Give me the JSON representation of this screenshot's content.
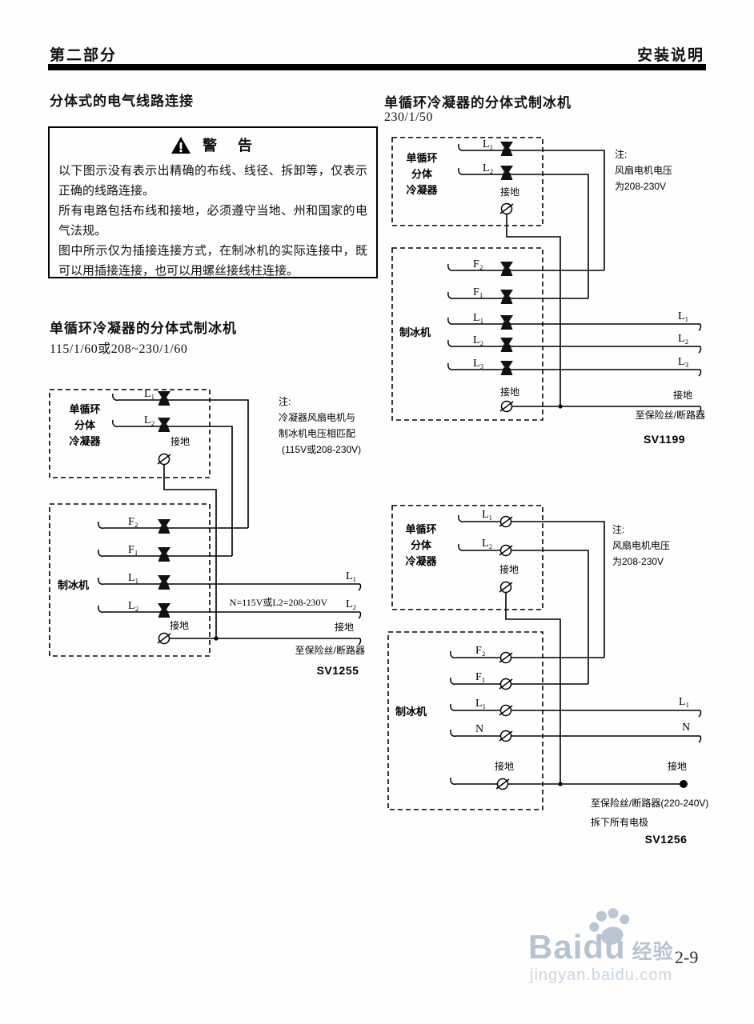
{
  "header": {
    "left": "第二部分",
    "right": "安装说明"
  },
  "page_number": "2-9",
  "left_column": {
    "title": "分体式的电气线路连接",
    "warning": {
      "title": "警　告",
      "paragraphs": [
        "以下图示没有表示出精确的布线、线径、拆卸等，仅表示正确的线路连接。",
        "所有电路包括布线和接地，必须遵守当地、州和国家的电气法规。",
        "图中所示仅为插接连接方式，在制冰机的实际连接中，既可以用插接连接，也可以用螺丝接线柱连接。"
      ]
    },
    "diagram_heading": "单循环冷凝器的分体式制冰机",
    "diagram_spec": "115/1/60或208~230/1/60"
  },
  "right_column": {
    "diagram_heading": "单循环冷凝器的分体式制冰机",
    "diagram_spec": "230/1/50"
  },
  "sv1255": {
    "condenser": {
      "label": [
        "单循环",
        "分体",
        "冷凝器"
      ],
      "l1": "L₁",
      "l2": "L₂",
      "ground": "接地"
    },
    "note": [
      "注:",
      "冷凝器风扇电机与",
      "制冰机电压相匹配",
      "(115V或208-230V)"
    ],
    "machine": {
      "label": "制冰机",
      "f2": "F₂",
      "f1": "F₁",
      "l1": "L₁",
      "l2": "L₂",
      "ground": "接地"
    },
    "inline_note": "N=115V或L2=208-230V",
    "out": {
      "l1": "L₁",
      "l2": "L₂",
      "ground": "接地"
    },
    "to_fuse": "至保险丝/断路器",
    "code": "SV1255"
  },
  "sv1199": {
    "condenser": {
      "label": [
        "单循环",
        "分体",
        "冷凝器"
      ],
      "l1": "L₁",
      "l2": "L₂",
      "ground": "接地"
    },
    "note": [
      "注:",
      "风扇电机电压",
      "为208-230V"
    ],
    "machine": {
      "label": "制冰机",
      "f2": "F₂",
      "f1": "F₁",
      "l1": "L₁",
      "l2": "L₂",
      "l3": "L₃",
      "ground": "接地"
    },
    "out": {
      "l1": "L₁",
      "l2": "L₂",
      "l3": "L₃",
      "ground": "接地"
    },
    "to_fuse": "至保险丝/断路器",
    "code": "SV1199"
  },
  "sv1256": {
    "condenser": {
      "label": [
        "单循环",
        "分体",
        "冷凝器"
      ],
      "l1": "L₁",
      "l2": "L₂",
      "ground": "接地"
    },
    "note": [
      "注:",
      "风扇电机电压",
      "为208-230V"
    ],
    "machine": {
      "label": "制冰机",
      "f2": "F₂",
      "f1": "F₁",
      "l1": "L₁",
      "n": "N",
      "ground": "接地"
    },
    "out": {
      "l1": "L₁",
      "n": "N",
      "ground": "接地"
    },
    "to_fuse": "至保险丝/断路器(220-240V)",
    "remove_note": "拆下所有电极",
    "code": "SV1256"
  },
  "watermark": {
    "brand": "Baidu",
    "suffix": "经验",
    "url": "jingyan.baidu.com"
  }
}
